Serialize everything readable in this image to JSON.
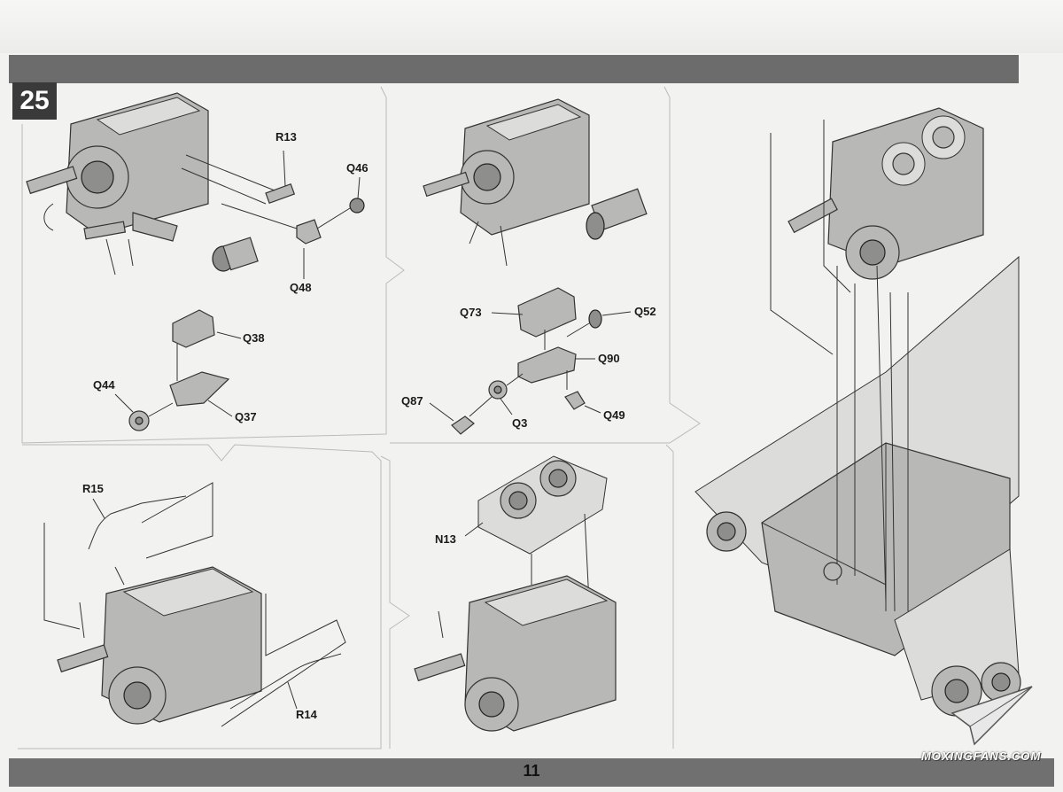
{
  "document": {
    "step_number": "25",
    "page_number": "11",
    "watermark": "MOXINGFANS.COM"
  },
  "labels": {
    "r13": "R13",
    "q46": "Q46",
    "q48": "Q48",
    "q38": "Q38",
    "q44": "Q44",
    "q37": "Q37",
    "q73": "Q73",
    "q52": "Q52",
    "q90": "Q90",
    "q87": "Q87",
    "q3": "Q3",
    "q49": "Q49",
    "r15": "R15",
    "r14": "R14",
    "n13": "N13"
  },
  "icons": {
    "watermark_logo": "paper-plane-icon"
  }
}
